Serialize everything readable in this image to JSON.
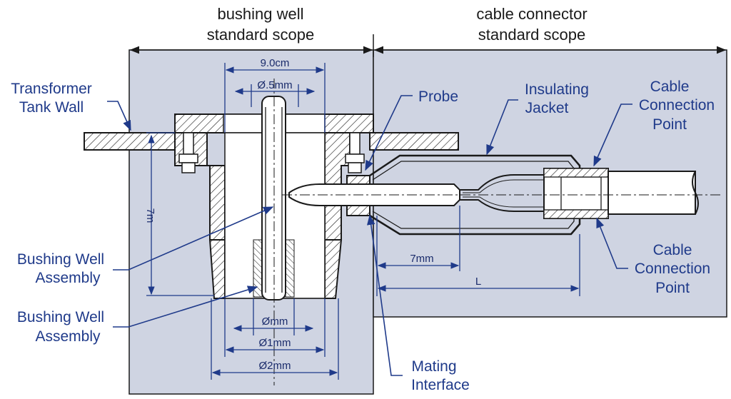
{
  "headers": {
    "bushing_line1": "bushing well",
    "bushing_line2": "standard scope",
    "cable_line1": "cable connector",
    "cable_line2": "standard scope"
  },
  "labels": {
    "tank_wall_line1": "Transformer",
    "tank_wall_line2": "Tank Wall",
    "probe": "Probe",
    "jacket_line1": "Insulating",
    "jacket_line2": "Jacket",
    "ccp_top_line1": "Cable",
    "ccp_top_line2": "Connection",
    "ccp_top_line3": "Point",
    "ccp_bottom_line1": "Cable",
    "ccp_bottom_line2": "Connection",
    "ccp_bottom_line3": "Point",
    "bwa1_line1": "Bushing Well",
    "bwa1_line2": "Assembly",
    "bwa2_line1": "Bushing Well",
    "bwa2_line2": "Assembly",
    "mating_line1": "Mating",
    "mating_line2": "Interface"
  },
  "dimensions": {
    "top_width": "9.0cm",
    "small_dia": "Ø.5mm",
    "height": "7m",
    "bore_dia": "Ømm",
    "dia1": "Ø1mm",
    "dia2": "Ø2mm",
    "probe_len": "7mm",
    "length_L": "L"
  },
  "colors": {
    "panel_fill": "#cfd4e2",
    "line_color": "#1f3a8a",
    "part_fill": "#ffffff"
  }
}
